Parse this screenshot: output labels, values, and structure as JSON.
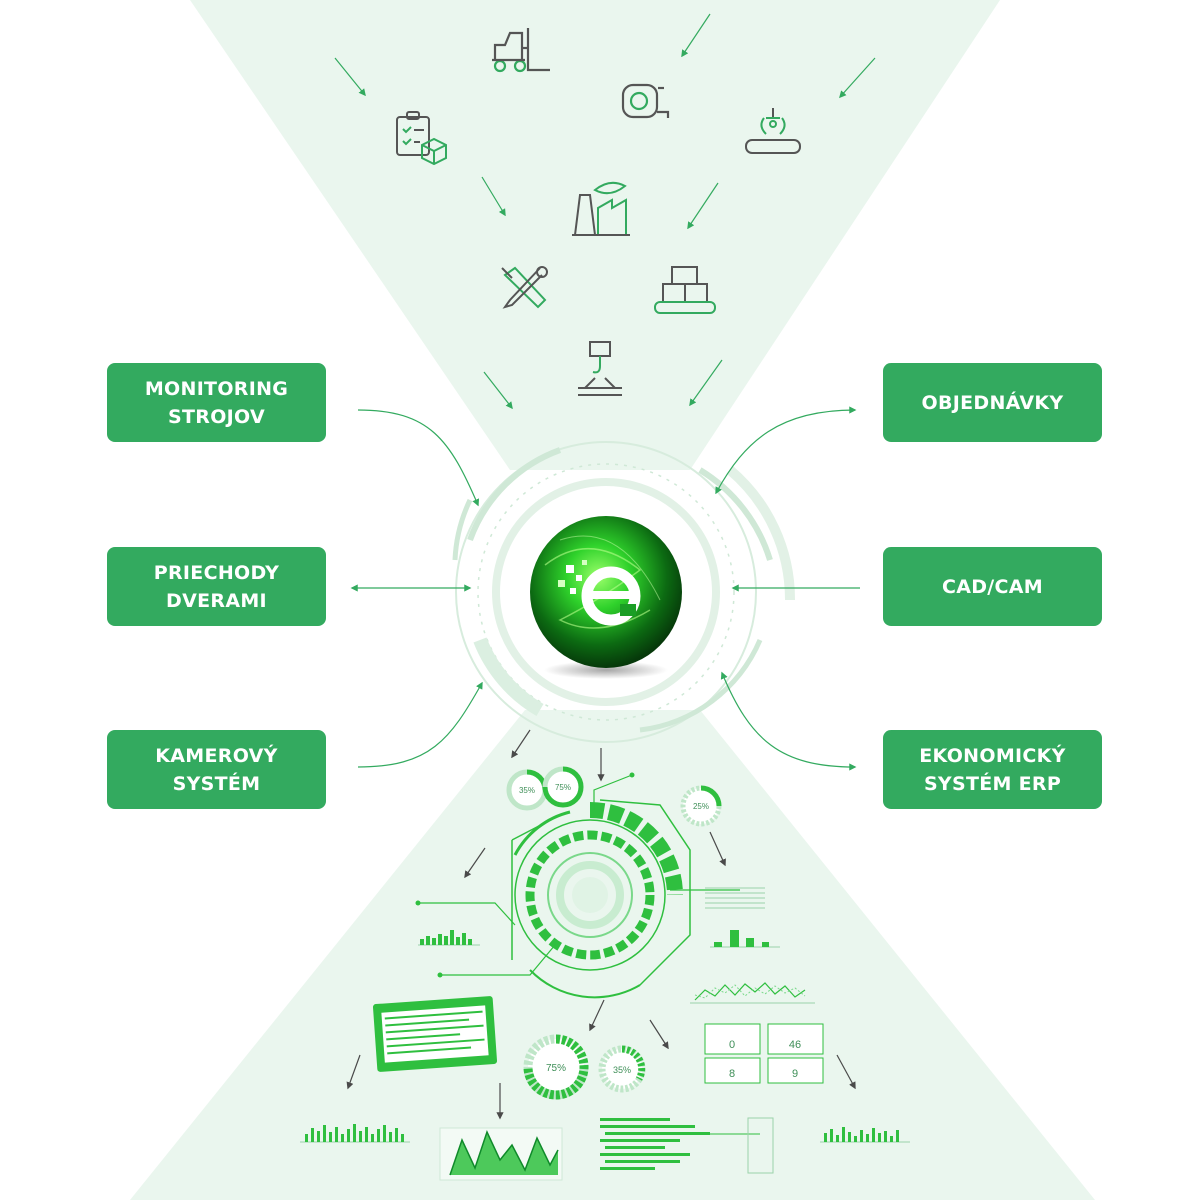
{
  "boxes": {
    "monitoring": "MONITORING\nSTROJOV",
    "priechody": "PRIECHODY\nDVERAMI",
    "kamerovy": "KAMEROVÝ\nSYSTÉM",
    "objednavky": "OBJEDNÁVKY",
    "cadcam": "CAD/CAM",
    "erp": "EKONOMICKÝ\nSYSTÉM ERP"
  },
  "gauges": {
    "top_left": "35%",
    "top_mid": "75%",
    "top_right": "25%",
    "bottom_left": "75%",
    "bottom_right": "35%"
  },
  "kpi": {
    "card1_value": "0",
    "card2_value": "46",
    "card3_value": "8",
    "card4_value": "9"
  },
  "colors": {
    "accent": "#33aa5f",
    "bright_green": "#2fbf3f",
    "pale_green": "#eaf6ee",
    "arrow_gray": "#4a4a4a"
  },
  "icons": [
    "forklift-icon",
    "tape-measure-icon",
    "clipboard-box-icon",
    "robot-gripper-conveyor-icon",
    "eco-factory-icon",
    "hammer-wrench-icon",
    "package-conveyor-icon",
    "crane-hook-icon",
    "erp-sphere-logo-icon"
  ]
}
